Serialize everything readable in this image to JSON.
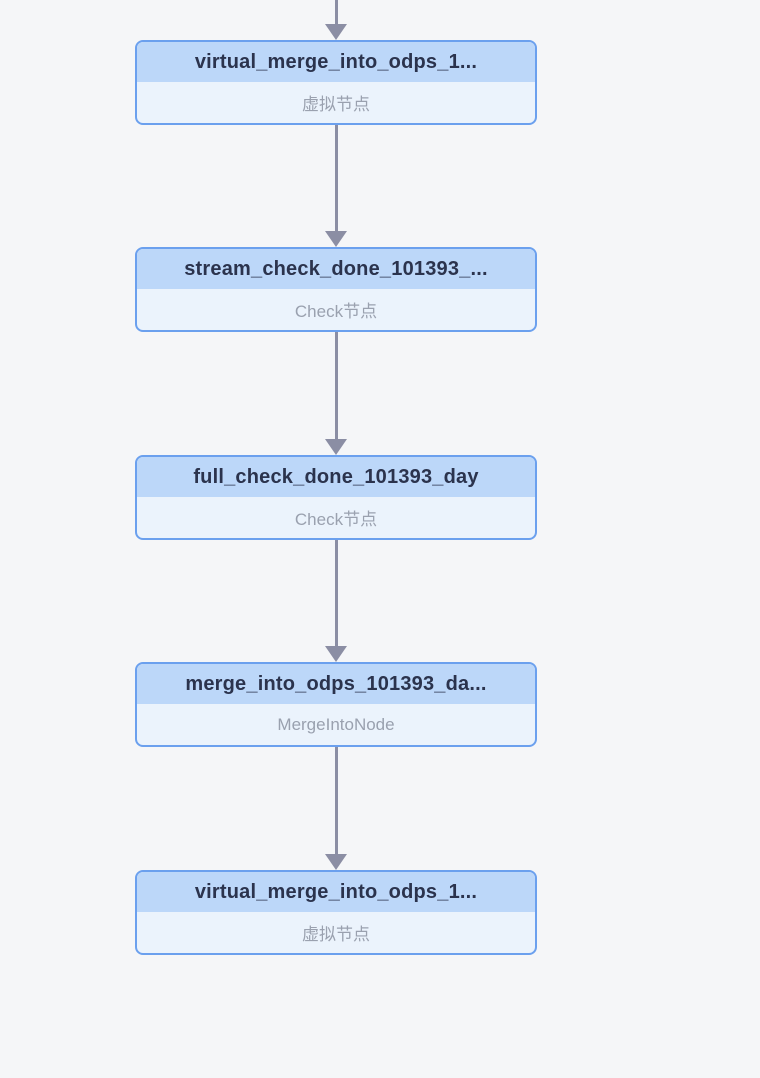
{
  "diagram": {
    "kind": "workflow-dag",
    "background_color": "#f5f6f8",
    "node_style": {
      "border_color": "#6ba0ee",
      "header_bg_color": "#bcd7f9",
      "body_bg_color": "#ebf3fc",
      "title_color": "#2b334d",
      "subtitle_color": "#9aa1af"
    },
    "arrow_color": "#8b8ea4",
    "nodes": [
      {
        "title": "virtual_merge_into_odps_1...",
        "type_label": "虚拟节点"
      },
      {
        "title": "stream_check_done_101393_...",
        "type_label": "Check节点"
      },
      {
        "title": "full_check_done_101393_day",
        "type_label": "Check节点"
      },
      {
        "title": "merge_into_odps_101393_da...",
        "type_label": "MergeIntoNode"
      },
      {
        "title": "virtual_merge_into_odps_1...",
        "type_label": "虚拟节点"
      }
    ],
    "edges": [
      {
        "from": "offscreen-above",
        "to": 0
      },
      {
        "from": 0,
        "to": 1
      },
      {
        "from": 1,
        "to": 2
      },
      {
        "from": 2,
        "to": 3
      },
      {
        "from": 3,
        "to": 4
      }
    ]
  }
}
